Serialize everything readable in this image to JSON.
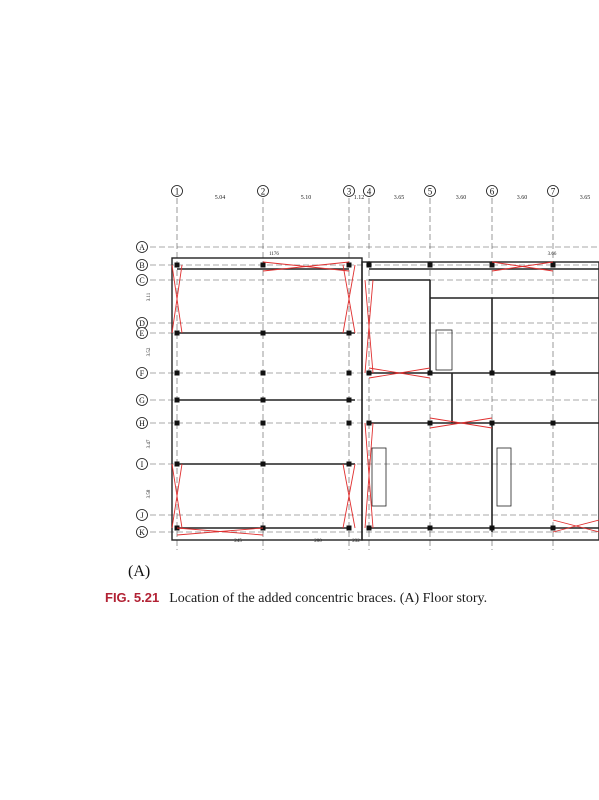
{
  "figure": {
    "label": "FIG. 5.21",
    "caption": "Location of the added concentric braces. (A) Floor story.",
    "panel": "(A)"
  },
  "grid_columns": [
    {
      "id": "1"
    },
    {
      "id": "2"
    },
    {
      "id": "3"
    },
    {
      "id": "4"
    },
    {
      "id": "5"
    },
    {
      "id": "6"
    },
    {
      "id": "7"
    }
  ],
  "column_spacings": [
    "5.04",
    "5.10",
    "1.12",
    "3.65",
    "3.60",
    "3.60",
    "3.65"
  ],
  "grid_rows": [
    {
      "id": "A"
    },
    {
      "id": "B"
    },
    {
      "id": "C"
    },
    {
      "id": "D"
    },
    {
      "id": "E"
    },
    {
      "id": "F"
    },
    {
      "id": "G"
    },
    {
      "id": "H"
    },
    {
      "id": "I"
    },
    {
      "id": "J"
    },
    {
      "id": "K"
    }
  ],
  "row_spacings": [
    "3.11",
    "",
    "3.52",
    "",
    "",
    "3.47",
    "",
    "3.58",
    ""
  ],
  "room_dims": {
    "top": "1176",
    "top_right": "3.66",
    "bottom_1": "245",
    "bottom_2": "200",
    "bottom_3": "232"
  },
  "colors": {
    "brace": "#e03030",
    "line": "#222222",
    "dash": "#555555",
    "caption_label": "#b22234"
  }
}
